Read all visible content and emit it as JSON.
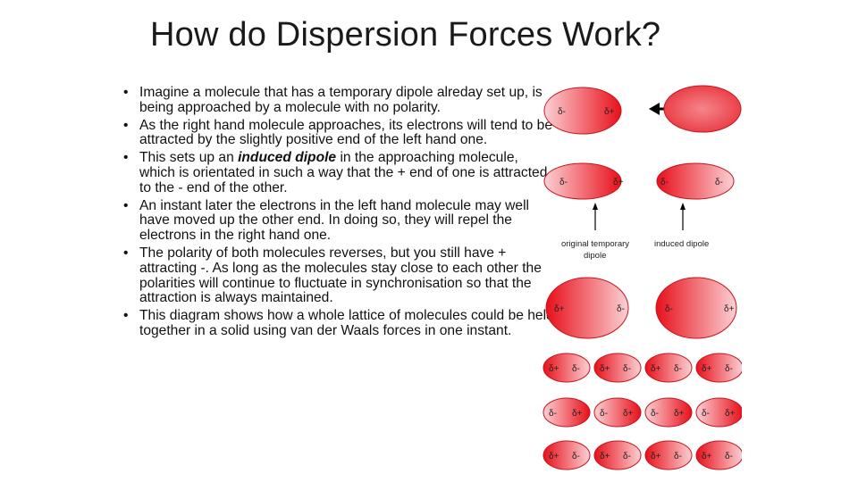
{
  "slide": {
    "title": "How do Dispersion Forces Work?",
    "bullets": [
      {
        "text": "Imagine a molecule that has a temporary dipole alreday set up, is being approached by a molecule with no polarity."
      },
      {
        "text": "As the right hand molecule approaches, its electrons will tend to be attracted by the slightly positive end of the left hand one."
      },
      {
        "pre": "This sets up an ",
        "emph": "induced dipole",
        "post": " in the approaching molecule, which is orientated in such a way that the + end of one is attracted to the - end of the other."
      },
      {
        "text": "An instant later the electrons in the left hand molecule may well have moved up the other end. In doing so, they will repel the electrons in the right hand one."
      },
      {
        "text": "The polarity of both molecules reverses, but you still have + attracting -. As long as the molecules stay close to each other the polarities will continue to fluctuate in synchronisation so that the attraction is always maintained."
      },
      {
        "text": "This diagram shows how a whole lattice of molecules could be held together in a solid using van der Waals forces in one instant."
      }
    ]
  },
  "diagram": {
    "delta_plus": "δ+",
    "delta_minus": "δ-",
    "label_original_line1": "original temporary",
    "label_original_line2": "dipole",
    "label_induced": "induced dipole",
    "colors": {
      "deep": "#e8101a",
      "light": "#fbd0d4",
      "mid": "#ef5a62",
      "outline": "#b81018"
    }
  }
}
